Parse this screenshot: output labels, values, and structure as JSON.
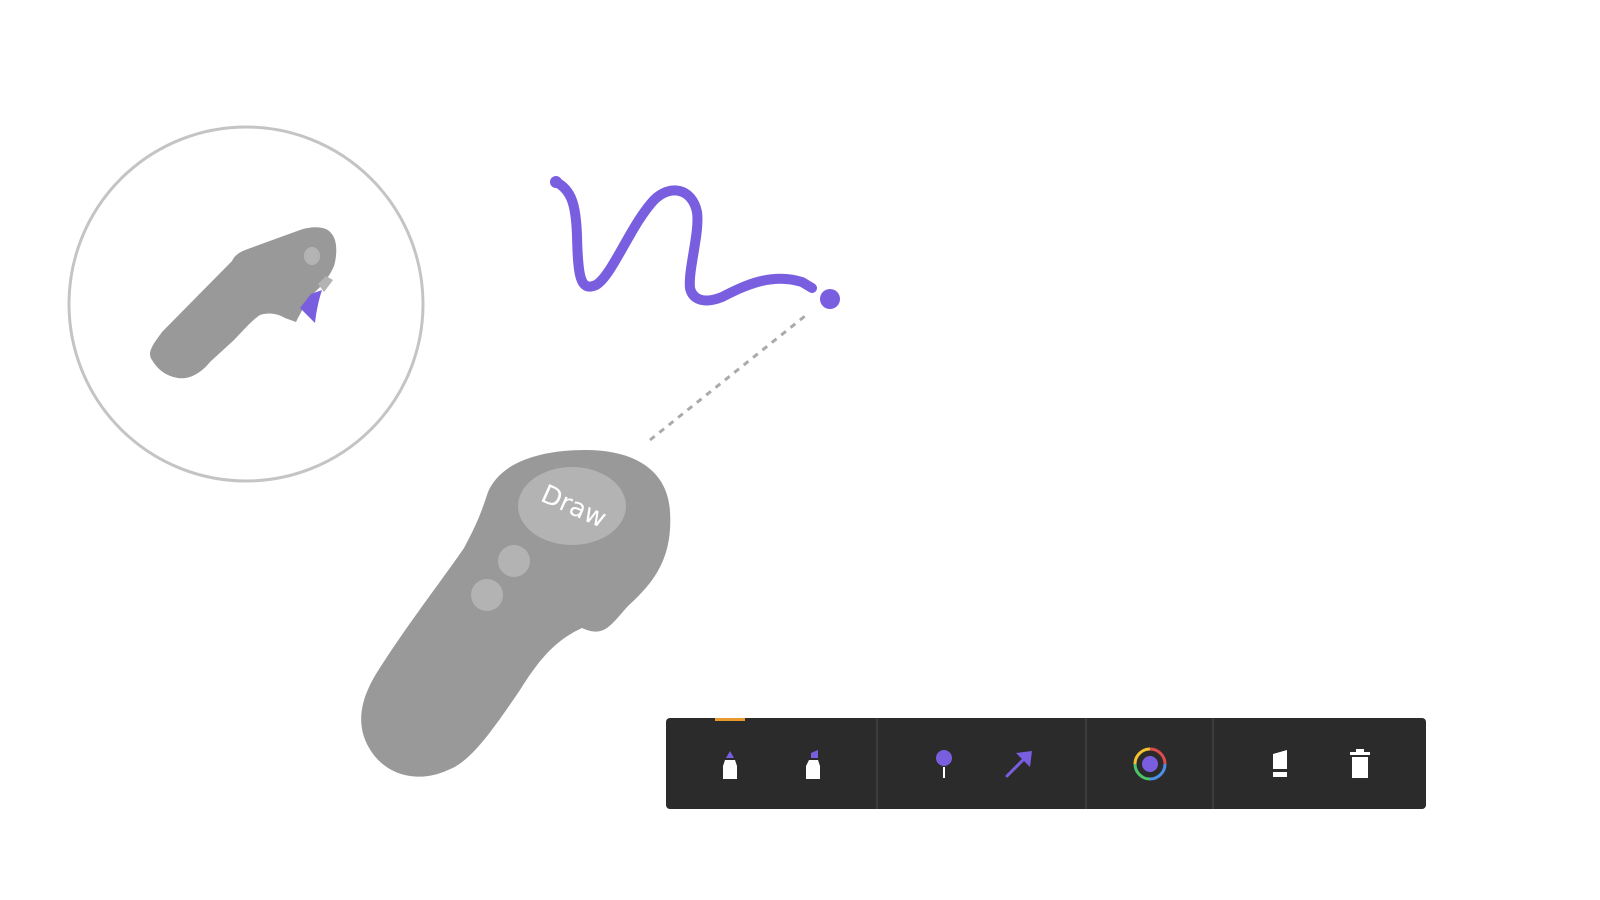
{
  "controller": {
    "button_label": "Draw"
  },
  "colors": {
    "accent": "#7a5ee0",
    "controller_body": "#999999",
    "controller_button": "#b3b3b3",
    "toolbar_bg": "#2b2b2c",
    "active_indicator": "#e89a2f",
    "icon_fill": "#ffffff"
  },
  "toolbar": {
    "groups": [
      {
        "name": "pens",
        "tools": [
          {
            "icon": "pen-tip-icon",
            "active": true
          },
          {
            "icon": "marker-icon",
            "active": false
          }
        ]
      },
      {
        "name": "annotations",
        "tools": [
          {
            "icon": "pin-icon",
            "active": false
          },
          {
            "icon": "arrow-icon",
            "active": false
          }
        ]
      },
      {
        "name": "color",
        "tools": [
          {
            "icon": "color-picker-icon",
            "active": false
          }
        ]
      },
      {
        "name": "edit",
        "tools": [
          {
            "icon": "eraser-icon",
            "active": false
          },
          {
            "icon": "trash-icon",
            "active": false
          }
        ]
      }
    ]
  }
}
